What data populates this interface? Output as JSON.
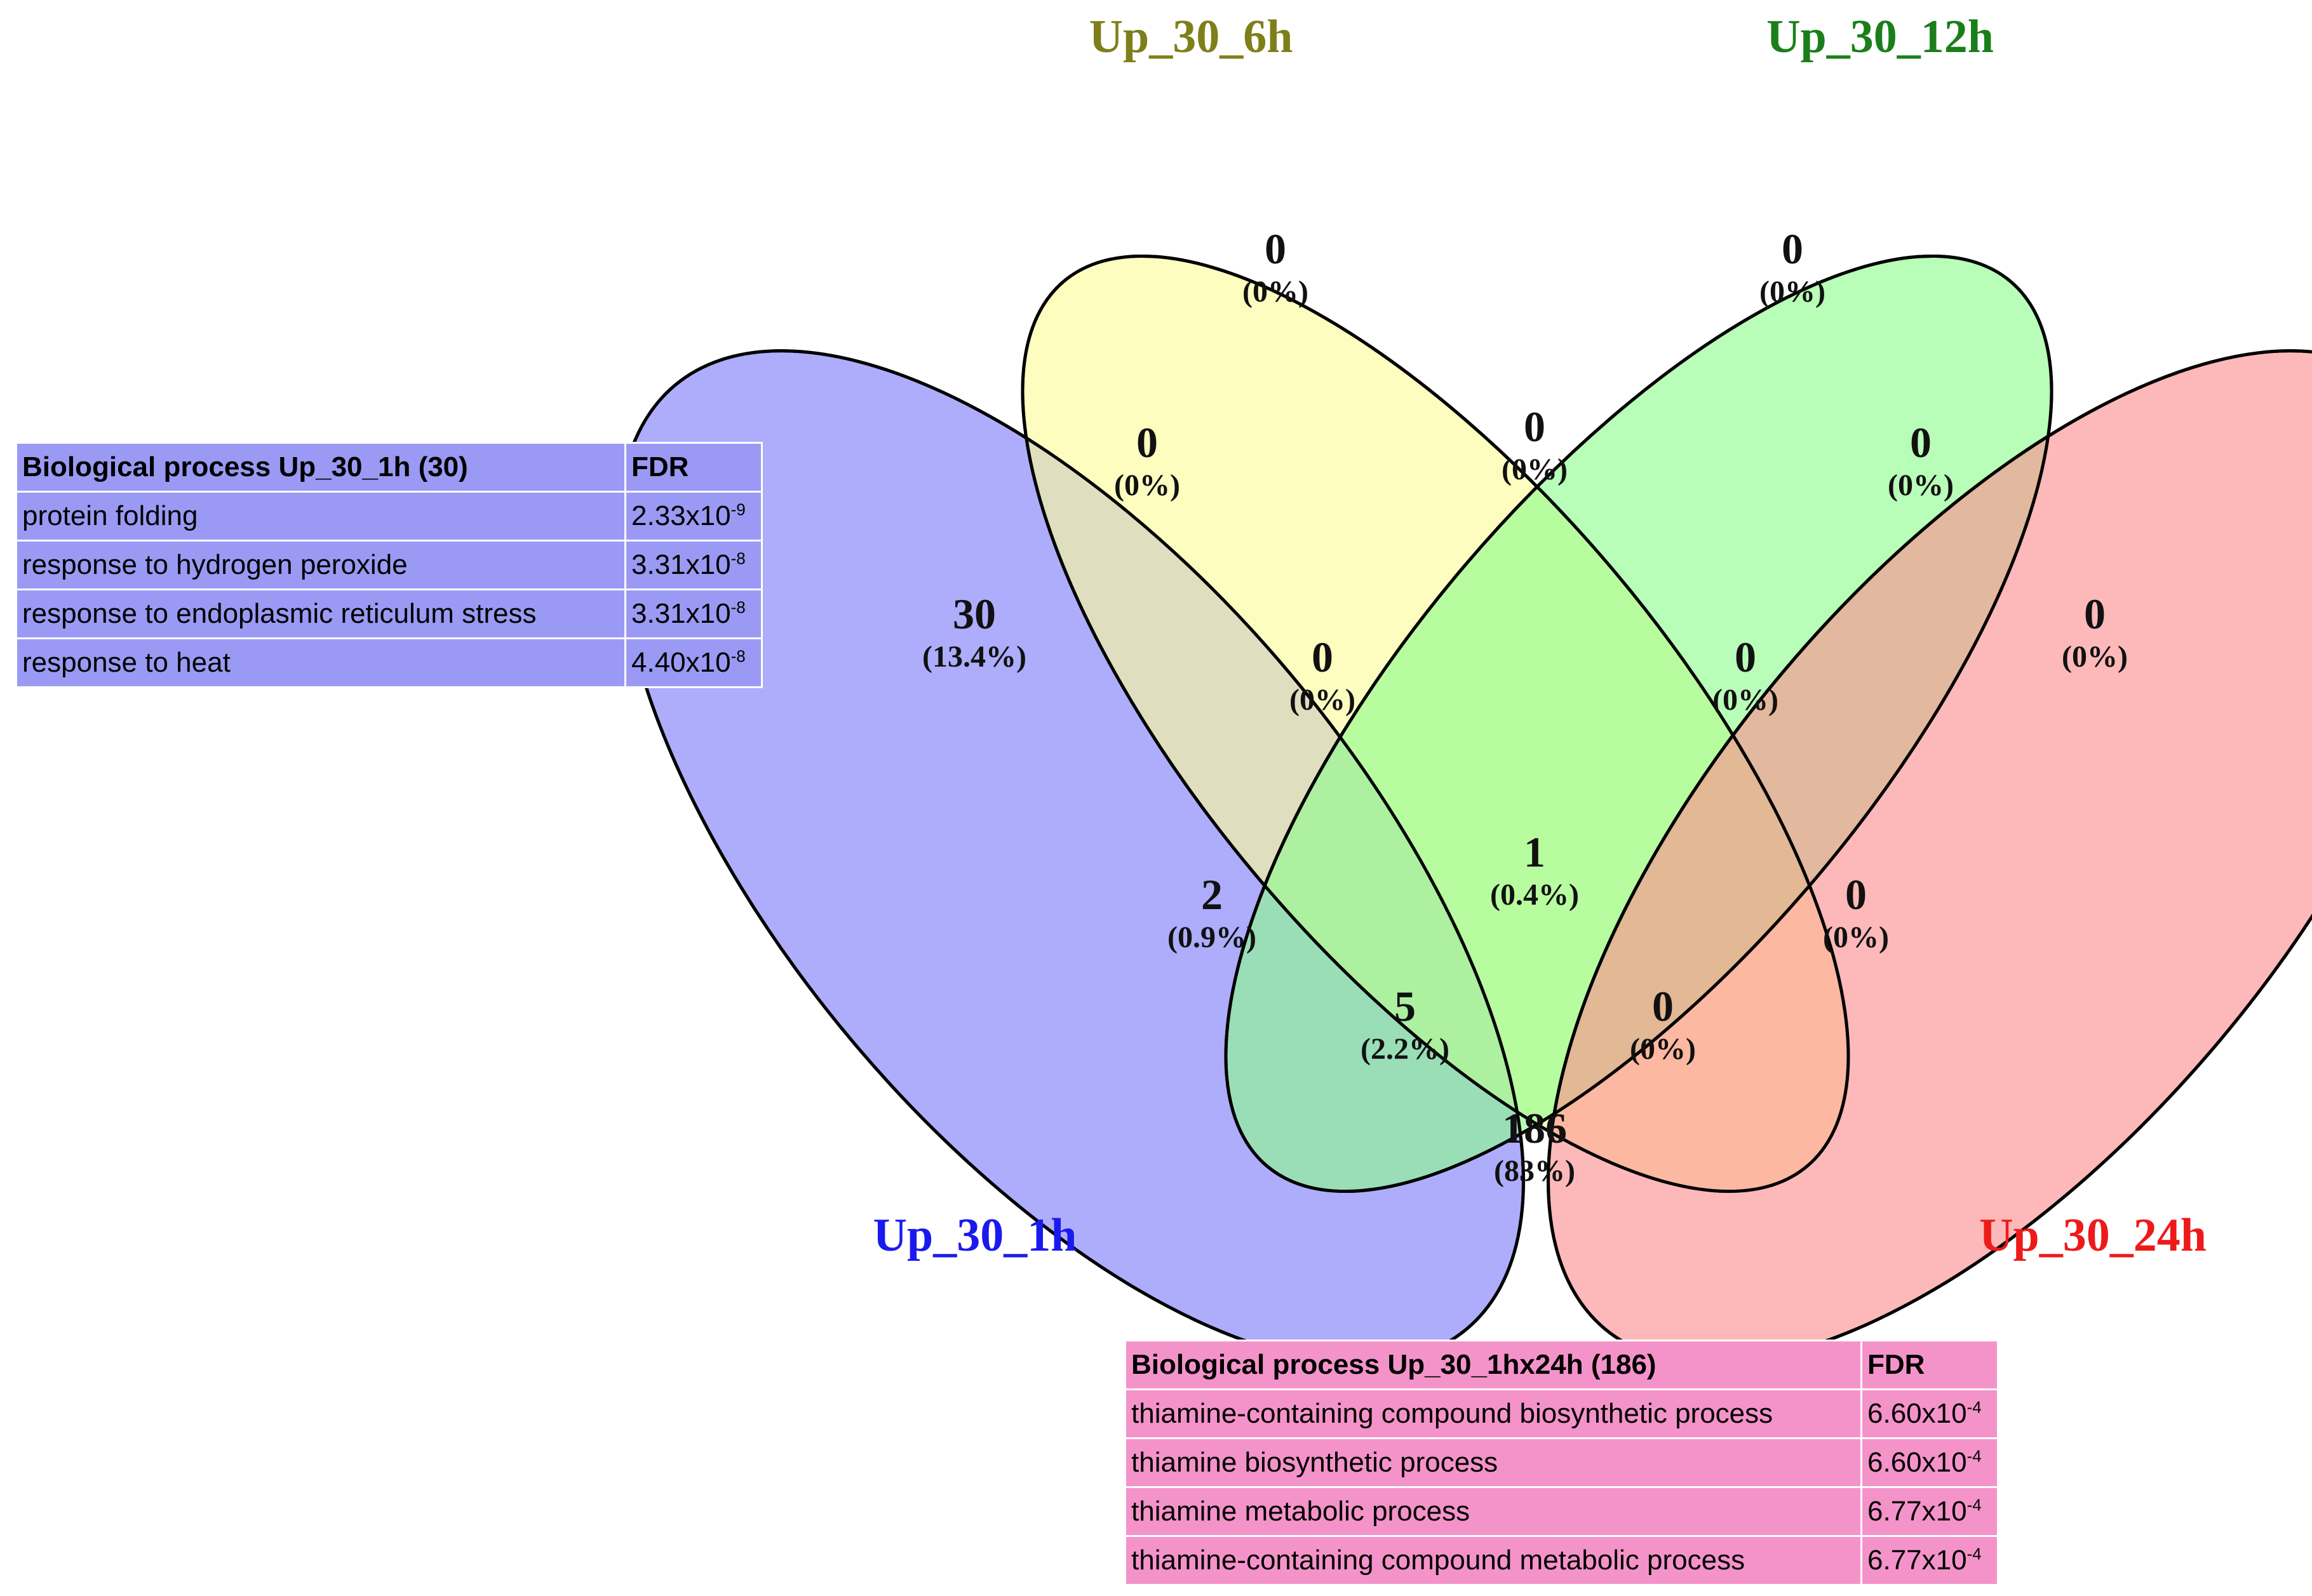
{
  "chart_data": {
    "type": "venn",
    "sets": [
      {
        "name": "Up_30_1h",
        "color": "#1a1aee",
        "fill": "#8e8efb"
      },
      {
        "name": "Up_30_6h",
        "color": "#7f7f1a",
        "fill": "#fdfc99"
      },
      {
        "name": "Up_30_12h",
        "color": "#1a7f1a",
        "fill": "#8cfb8c"
      },
      {
        "name": "Up_30_24h",
        "color": "#ee1a1a",
        "fill": "#fb8e8e"
      }
    ],
    "regions": [
      {
        "sets": [
          "Up_30_6h"
        ],
        "count": "0",
        "percent": "(0%)"
      },
      {
        "sets": [
          "Up_30_12h"
        ],
        "count": "0",
        "percent": "(0%)"
      },
      {
        "sets": [
          "Up_30_1h",
          "Up_30_6h"
        ],
        "count": "0",
        "percent": "(0%)"
      },
      {
        "sets": [
          "Up_30_6h",
          "Up_30_12h"
        ],
        "count": "0",
        "percent": "(0%)"
      },
      {
        "sets": [
          "Up_30_12h",
          "Up_30_24h"
        ],
        "count": "0",
        "percent": "(0%)"
      },
      {
        "sets": [
          "Up_30_1h"
        ],
        "count": "30",
        "percent": "(13.4%)"
      },
      {
        "sets": [
          "Up_30_24h"
        ],
        "count": "0",
        "percent": "(0%)"
      },
      {
        "sets": [
          "Up_30_1h",
          "Up_30_6h",
          "Up_30_12h"
        ],
        "count": "0",
        "percent": "(0%)"
      },
      {
        "sets": [
          "Up_30_6h",
          "Up_30_12h",
          "Up_30_24h"
        ],
        "count": "0",
        "percent": "(0%)"
      },
      {
        "sets": [
          "Up_30_1h",
          "Up_30_6h",
          "Up_30_12h",
          "Up_30_24h"
        ],
        "count": "1",
        "percent": "(0.4%)"
      },
      {
        "sets": [
          "Up_30_1h",
          "Up_30_12h"
        ],
        "count": "2",
        "percent": "(0.9%)"
      },
      {
        "sets": [
          "Up_30_6h",
          "Up_30_24h"
        ],
        "count": "0",
        "percent": "(0%)"
      },
      {
        "sets": [
          "Up_30_1h",
          "Up_30_12h",
          "Up_30_24h"
        ],
        "count": "5",
        "percent": "(2.2%)"
      },
      {
        "sets": [
          "Up_30_1h",
          "Up_30_6h",
          "Up_30_24h"
        ],
        "count": "0",
        "percent": "(0%)"
      },
      {
        "sets": [
          "Up_30_1h",
          "Up_30_24h"
        ],
        "count": "186",
        "percent": "(83%)"
      }
    ]
  },
  "tables": {
    "up_30_1h": {
      "header": {
        "term": "Biological  process Up_30_1h (30)",
        "fdr": "FDR"
      },
      "rows": [
        {
          "term": "protein folding",
          "fdr_base": "2.33x10",
          "fdr_exp": "-9"
        },
        {
          "term": "response to hydrogen peroxide",
          "fdr_base": "3.31x10",
          "fdr_exp": "-8"
        },
        {
          "term": "response to endoplasmic reticulum stress",
          "fdr_base": "3.31x10",
          "fdr_exp": "-8"
        },
        {
          "term": "response to heat",
          "fdr_base": "4.40x10",
          "fdr_exp": "-8"
        }
      ]
    },
    "up_30_1hx24h": {
      "header": {
        "term": "Biological  process Up_30_1hx24h (186)",
        "fdr": "FDR"
      },
      "rows": [
        {
          "term": "thiamine-containing compound biosynthetic process",
          "fdr_base": "6.60x10",
          "fdr_exp": "-4"
        },
        {
          "term": "thiamine biosynthetic process",
          "fdr_base": "6.60x10",
          "fdr_exp": "-4"
        },
        {
          "term": "thiamine metabolic process",
          "fdr_base": "6.77x10",
          "fdr_exp": "-4"
        },
        {
          "term": "thiamine-containing compound metabolic process",
          "fdr_base": "6.77x10",
          "fdr_exp": "-4"
        }
      ]
    }
  }
}
